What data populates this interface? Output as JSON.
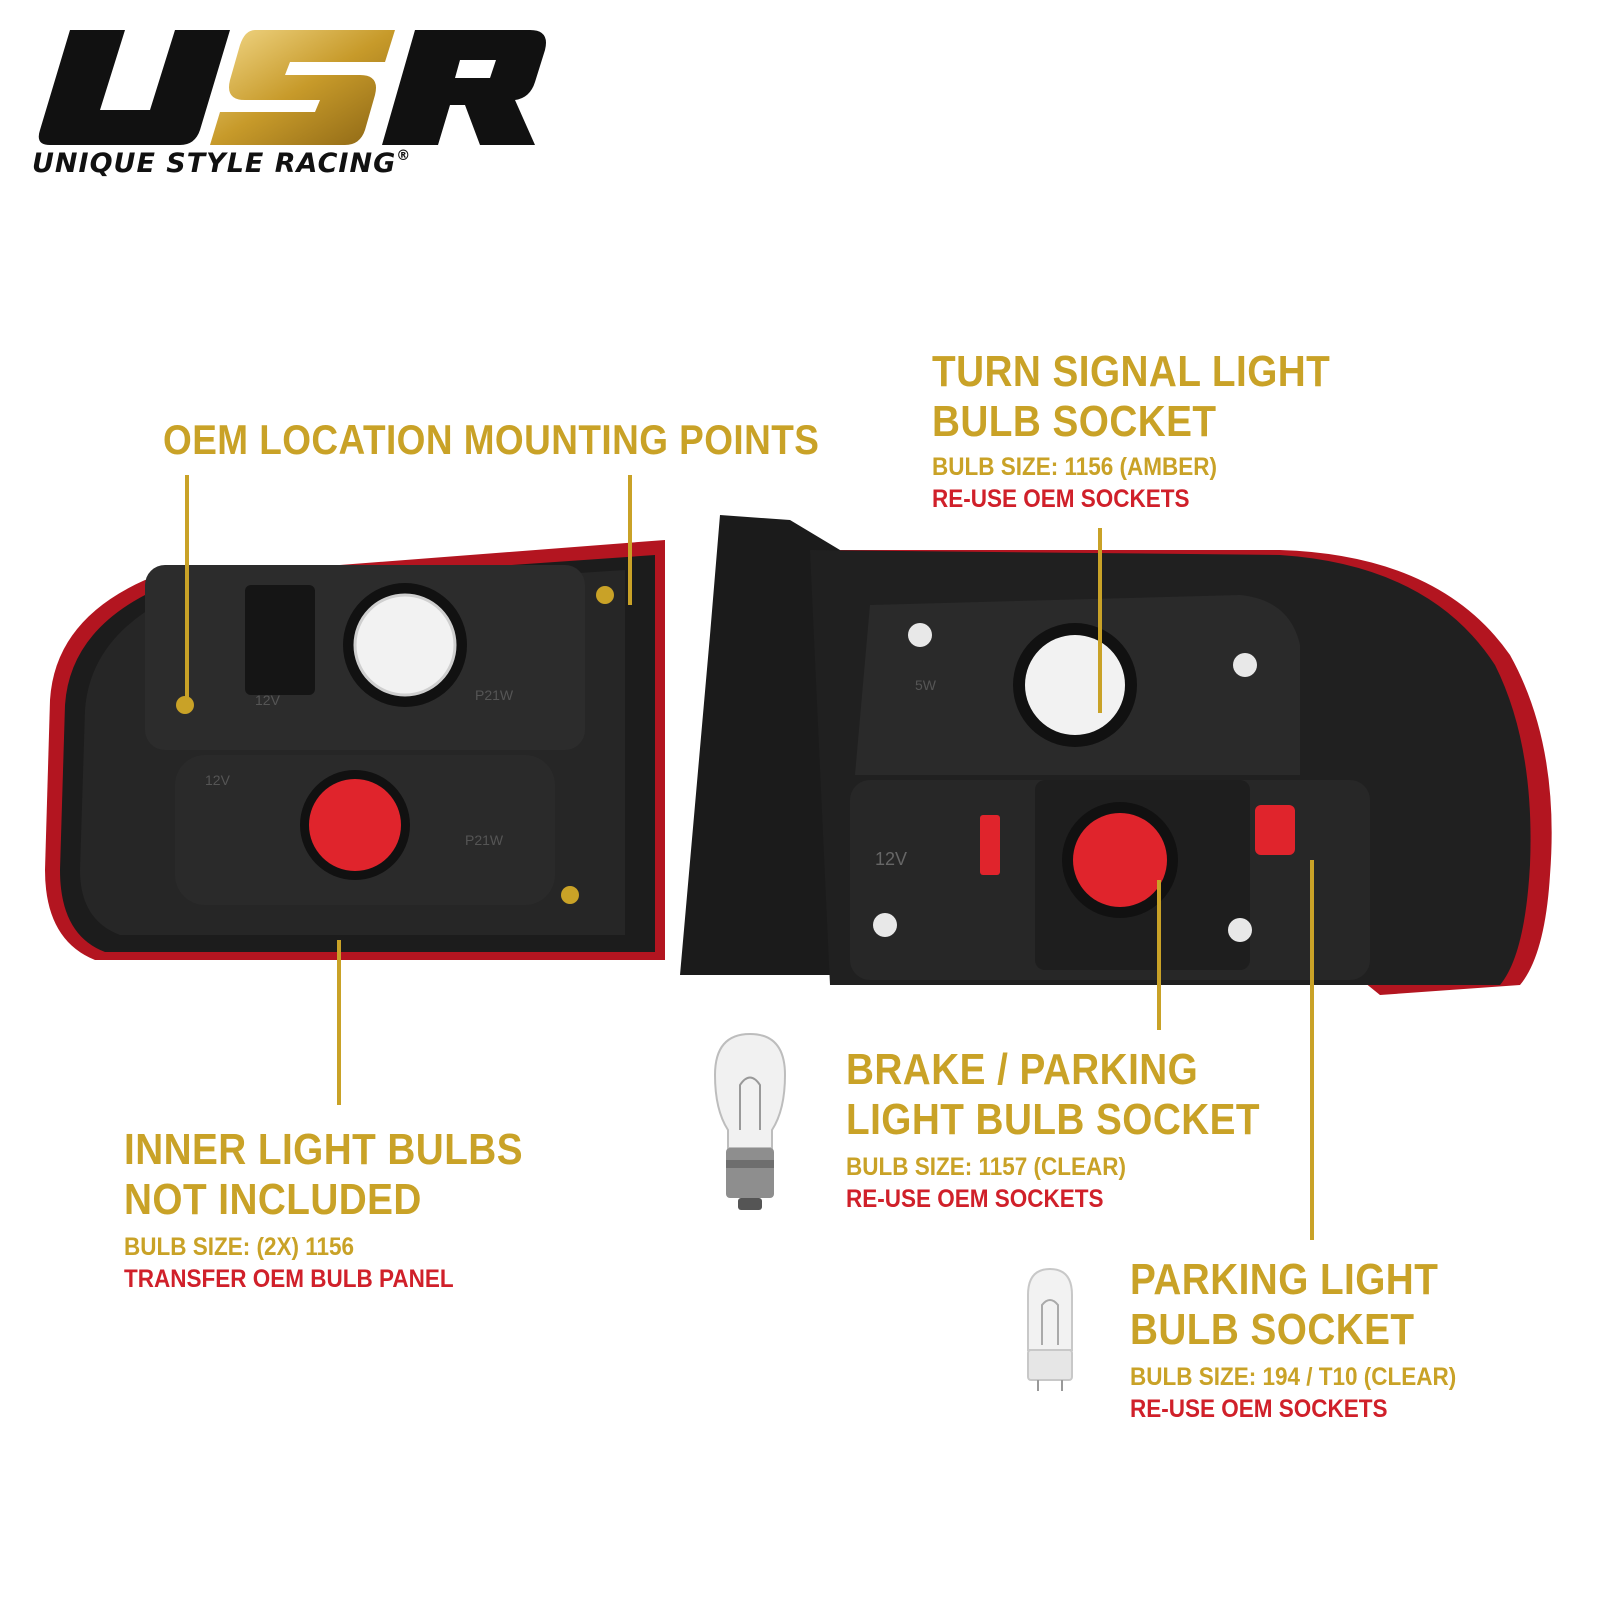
{
  "brand": {
    "logo_letters": "USR",
    "name": "UNIQUE STYLE RACING",
    "registered": "®"
  },
  "callouts": {
    "mounting": {
      "title": "OEM LOCATION MOUNTING POINTS"
    },
    "turn_signal": {
      "title_line1": "TURN SIGNAL LIGHT",
      "title_line2": "BULB SOCKET",
      "bulb_size": "BULB SIZE: 1156 (AMBER)",
      "note": "RE-USE OEM SOCKETS"
    },
    "inner": {
      "title_line1": "INNER LIGHT BULBS",
      "title_line2": "NOT INCLUDED",
      "bulb_size": "BULB SIZE: (2X) 1156",
      "note": "TRANSFER OEM BULB PANEL"
    },
    "brake": {
      "title_line1": "BRAKE / PARKING",
      "title_line2": "LIGHT BULB SOCKET",
      "bulb_size": "BULB SIZE: 1157 (CLEAR)",
      "note": "RE-USE OEM SOCKETS"
    },
    "parking": {
      "title_line1": "PARKING LIGHT",
      "title_line2": "BULB SOCKET",
      "bulb_size": "BULB SIZE: 194 / T10 (CLEAR)",
      "note": "RE-USE OEM SOCKETS"
    }
  },
  "housing_markings": {
    "left_upper": "12V",
    "left_upper_watt": "P21W",
    "left_lower": "12V",
    "left_lower_watt": "P21W",
    "right_upper_watt": "5W",
    "right_lower": "12V"
  },
  "colors": {
    "gold": "#c9a227",
    "red": "#d0202a",
    "housing": "#1a1a1a",
    "lens_red": "#e0242c"
  }
}
